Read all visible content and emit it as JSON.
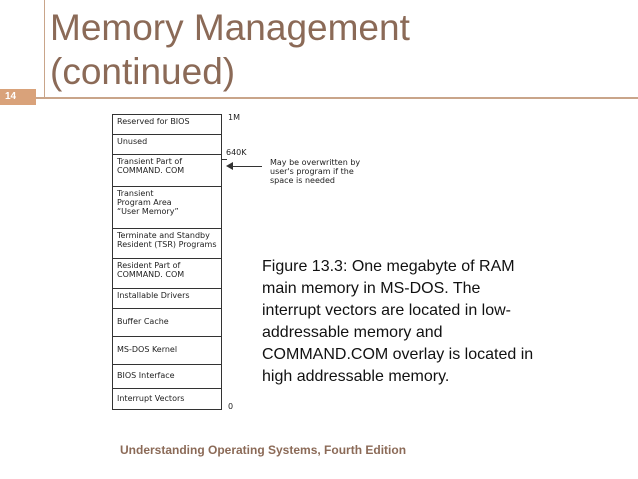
{
  "slide": {
    "number": "14",
    "title_lines": [
      "Memory Management",
      "(continued)"
    ],
    "footer": "Understanding Operating Systems, Fourth Edition"
  },
  "memory_map": {
    "cells": [
      {
        "lines": [
          "Reserved for BIOS"
        ]
      },
      {
        "lines": [
          "Unused"
        ]
      },
      {
        "lines": [
          "Transient Part of",
          "COMMAND. COM"
        ]
      },
      {
        "lines": [
          "Transient",
          "Program Area",
          "“User Memory”"
        ]
      },
      {
        "lines": [
          "Terminate and Standby",
          "Resident (TSR) Programs"
        ]
      },
      {
        "lines": [
          "Resident Part of",
          "COMMAND. COM"
        ]
      },
      {
        "lines": [
          "Installable Drivers"
        ]
      },
      {
        "lines": [
          "Buffer Cache"
        ]
      },
      {
        "lines": [
          "MS-DOS Kernel"
        ]
      },
      {
        "lines": [
          "BIOS Interface"
        ]
      },
      {
        "lines": [
          "Interrupt Vectors"
        ]
      }
    ],
    "addresses": {
      "top": "1M",
      "mid": "640K",
      "bottom": "0"
    },
    "note_lines": [
      "May be overwritten by",
      "user's program if the",
      "space is needed"
    ]
  },
  "caption_lines": [
    "Figure 13.3: One megabyte of RAM",
    "main memory in MS-DOS. The",
    "interrupt vectors are located in low-",
    "addressable memory and",
    "COMMAND.COM overlay is located in",
    "high addressable memory."
  ]
}
